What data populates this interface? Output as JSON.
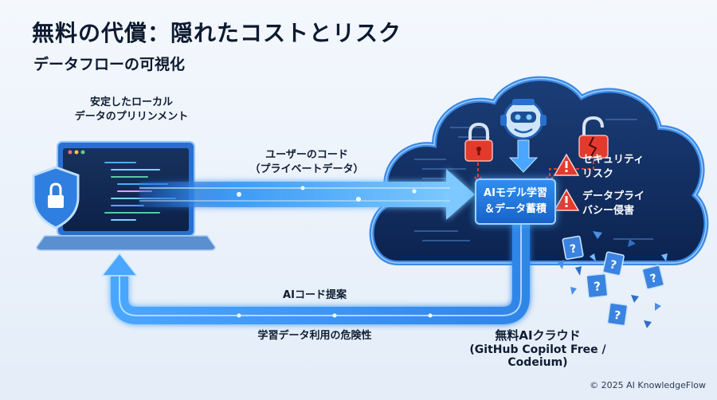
{
  "header": {
    "title": "無料の代償：隠れたコストとリスク",
    "subtitle": "データフローの可視化"
  },
  "laptop": {
    "caption_line1": "安定したローカル",
    "caption_line2": "データのプリリンメント"
  },
  "flows": {
    "upload_line1": "ユーザーのコード",
    "upload_line2": "（プライベートデータ）",
    "return_label": "AIコード提案",
    "risk_label": "学習データ利用の危険性"
  },
  "cloud": {
    "box_line1": "AIモデル学習",
    "box_line2": "＆データ蓄積",
    "risk1_line1": "セキュリティ",
    "risk1_line2": "リスク",
    "risk2_line1": "データプライ",
    "risk2_line2": "バシー侵害",
    "name_line1": "無料AIクラウド",
    "name_line2": "(GitHub Copilot Free / Codeium)"
  },
  "footer": {
    "copyright": "© 2025 AI KnowledgeFlow"
  },
  "colors": {
    "flow_blue": "#2f8ff0",
    "cloud_dark": "#0f2a55",
    "warning_red": "#e23b2e",
    "laptop_frame": "#1f5fae"
  }
}
